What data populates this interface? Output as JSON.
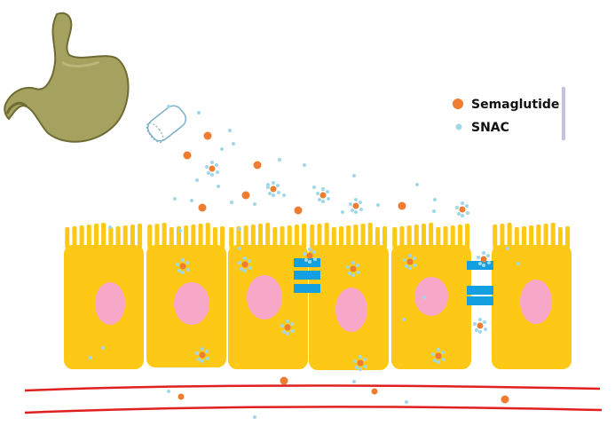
{
  "legend": {
    "items": [
      {
        "label": "Semaglutide",
        "marker": "orange-dot",
        "color": "#ee7d31"
      },
      {
        "label": "SNAC",
        "marker": "blue-dot",
        "color": "#9fd8ea"
      }
    ]
  },
  "colors": {
    "stomach": "#a4a25e",
    "stomach_shadow": "#6e6b34",
    "tablet_outline": "#7bb0c8",
    "cell": "#fec817",
    "nucleus": "#f7a8c9",
    "tight_junction": "#14a0e0",
    "blood_vessel": "#e02020",
    "semaglutide": "#ee7d31",
    "snac": "#9fd8ea",
    "legend_bar": "#c8c0e0"
  },
  "icons": [
    "stomach-icon",
    "tablet-icon"
  ]
}
